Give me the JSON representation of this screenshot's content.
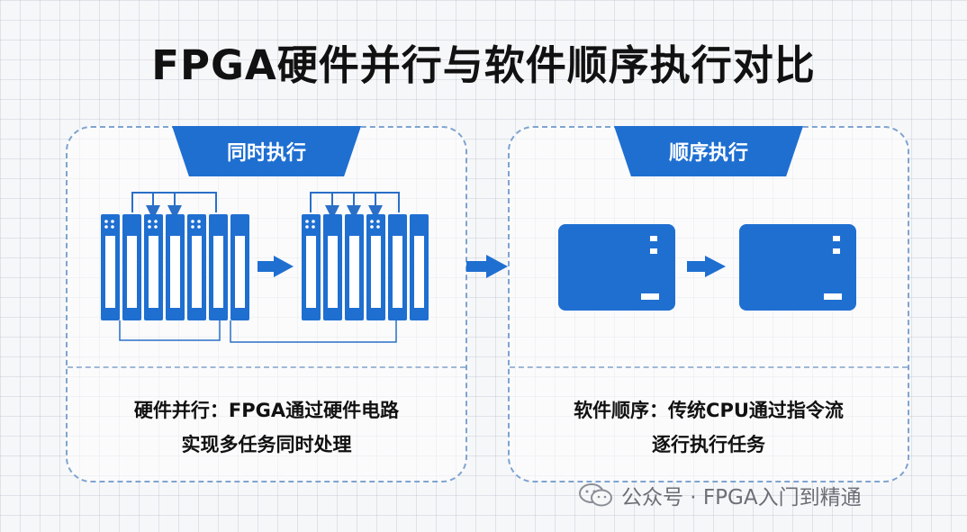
{
  "title": "FPGA硬件并行与软件顺序执行对比",
  "left_panel": {
    "tab_label": "同时执行",
    "caption_line1": "硬件并行：FPGA通过硬件电路",
    "caption_line2": "实现多任务同时处理"
  },
  "right_panel": {
    "tab_label": "顺序执行",
    "caption_line1": "软件顺序：传统CPU通过指令流",
    "caption_line2": "逐行执行任务"
  },
  "watermark": {
    "text": "公众号 · FPGA入门到精通",
    "logo_icon": "wechat-icon"
  },
  "colors": {
    "accent_blue": "#1f6fd1",
    "dashed_border": "#7fa4cf",
    "title_text": "#111111"
  }
}
